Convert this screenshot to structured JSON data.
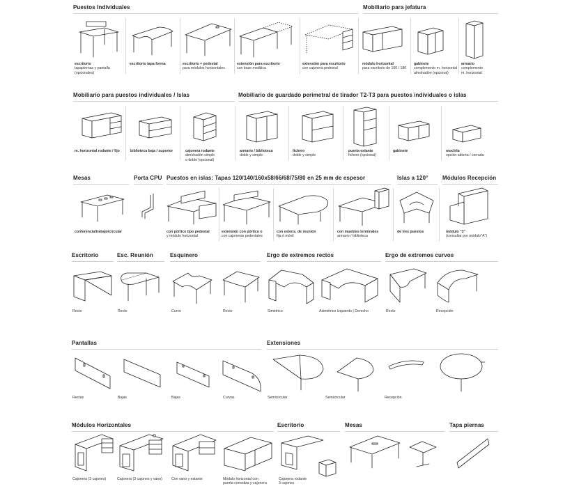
{
  "sections": {
    "puestos_individuales": "Puestos Individuales",
    "mobiliario_jefatura": "Mobiliario para jefatura",
    "mobiliario_islas": "Mobiliario para puestos individuales / Islas",
    "guardado_perimetral": "Mobiliario de guardado perimetral de tirador T2-T3 para puestos individuales o islas",
    "mesas": "Mesas",
    "porta_cpu": "Porta CPU",
    "puestos_islas": "Puestos en islas: Tapas 120/140/160x58/66/68/75/80 en 25 mm de espesor",
    "islas_120": "Islas a 120°",
    "modulos_recepcion": "Módulos Recepción",
    "escritorio": "Escritorio",
    "esc_reunion": "Esc. Reunión",
    "esquinero": "Esquinero",
    "ergo_rectos": "Ergo de extremos rectos",
    "ergo_curvos": "Ergo de extremos curvos",
    "pantallas": "Pantallas",
    "extensiones": "Extensiones",
    "modulos_horizontales": "Módulos Horizontales",
    "escritorio2": "Escritorio",
    "mesas2": "Mesas",
    "tapa_piernas": "Tapa piernas"
  },
  "captions": {
    "r1": [
      {
        "bold": "escritorio",
        "text": "tapapiernas y pantalla\n(opcionales)"
      },
      {
        "bold": "escritorio tapa forma",
        "text": ""
      },
      {
        "bold": "escritorio + pedestal",
        "text": "para módulos horizontales"
      },
      {
        "bold": "extensión para escritorio",
        "text": "con base metálica"
      },
      {
        "bold": "extensión para escritorio",
        "text": "con cajonera pedestal"
      },
      {
        "bold": "módulo horizontal",
        "text": "para escritorio de 160 / 180"
      },
      {
        "bold": "gabinete",
        "text": "complemento m. horizontal\nalmohadón (opcional)"
      },
      {
        "bold": "armario",
        "text": "complemento\nm. horizontal"
      }
    ],
    "r2": [
      {
        "bold": "m. horizontal rodante / fijo",
        "text": ""
      },
      {
        "bold": "biblioteca baja / superior",
        "text": ""
      },
      {
        "bold": "cajonera rodante",
        "text": "almohadón simple\no doble (opcional)"
      },
      {
        "bold": "armario / biblioteca",
        "text": "doble y simple"
      },
      {
        "bold": "fichero",
        "text": "doble y simple"
      },
      {
        "bold": "puerta estante",
        "text": "fichero (opcional)"
      },
      {
        "bold": "gabinete",
        "text": ""
      },
      {
        "bold": "mochila",
        "text": "opción abierta / cerrada"
      }
    ],
    "r3": [
      {
        "bold": "conferencia/trabajo/circular",
        "text": ""
      },
      {
        "bold": "con pórtico tipo pedestal",
        "text": "y módulo horizontal"
      },
      {
        "bold": "extensión con pórtico o",
        "text": "con cajoneras pedestales"
      },
      {
        "bold": "con extens. de reunión",
        "text": "fija ó móvil"
      },
      {
        "bold": "con muebles terminales",
        "text": "armario / biblioteca"
      },
      {
        "bold": "de tres puestos",
        "text": ""
      },
      {
        "bold": "módulo \"3\"",
        "text": "(consultar por módulo\"A\")"
      }
    ],
    "r4": [
      "Recto",
      "Recto",
      "Curvo",
      "Recto",
      "Simétrico",
      "Asimétrico Izquierdo | Derecho",
      "Recto",
      "Recepción"
    ],
    "r5": [
      "Rectas",
      "Bajas",
      "Bajas",
      "Curvas",
      "Semicircular",
      "Semicircular",
      "Recepción"
    ],
    "r6": [
      "Cajonera (3 cajones)",
      "Cajonera (3 cajones y vano)",
      "Con vano y estante",
      "Módulo horizontal con\npuerta corrediza y cajonera",
      "Cajonera rodante\n3 cajones"
    ]
  }
}
